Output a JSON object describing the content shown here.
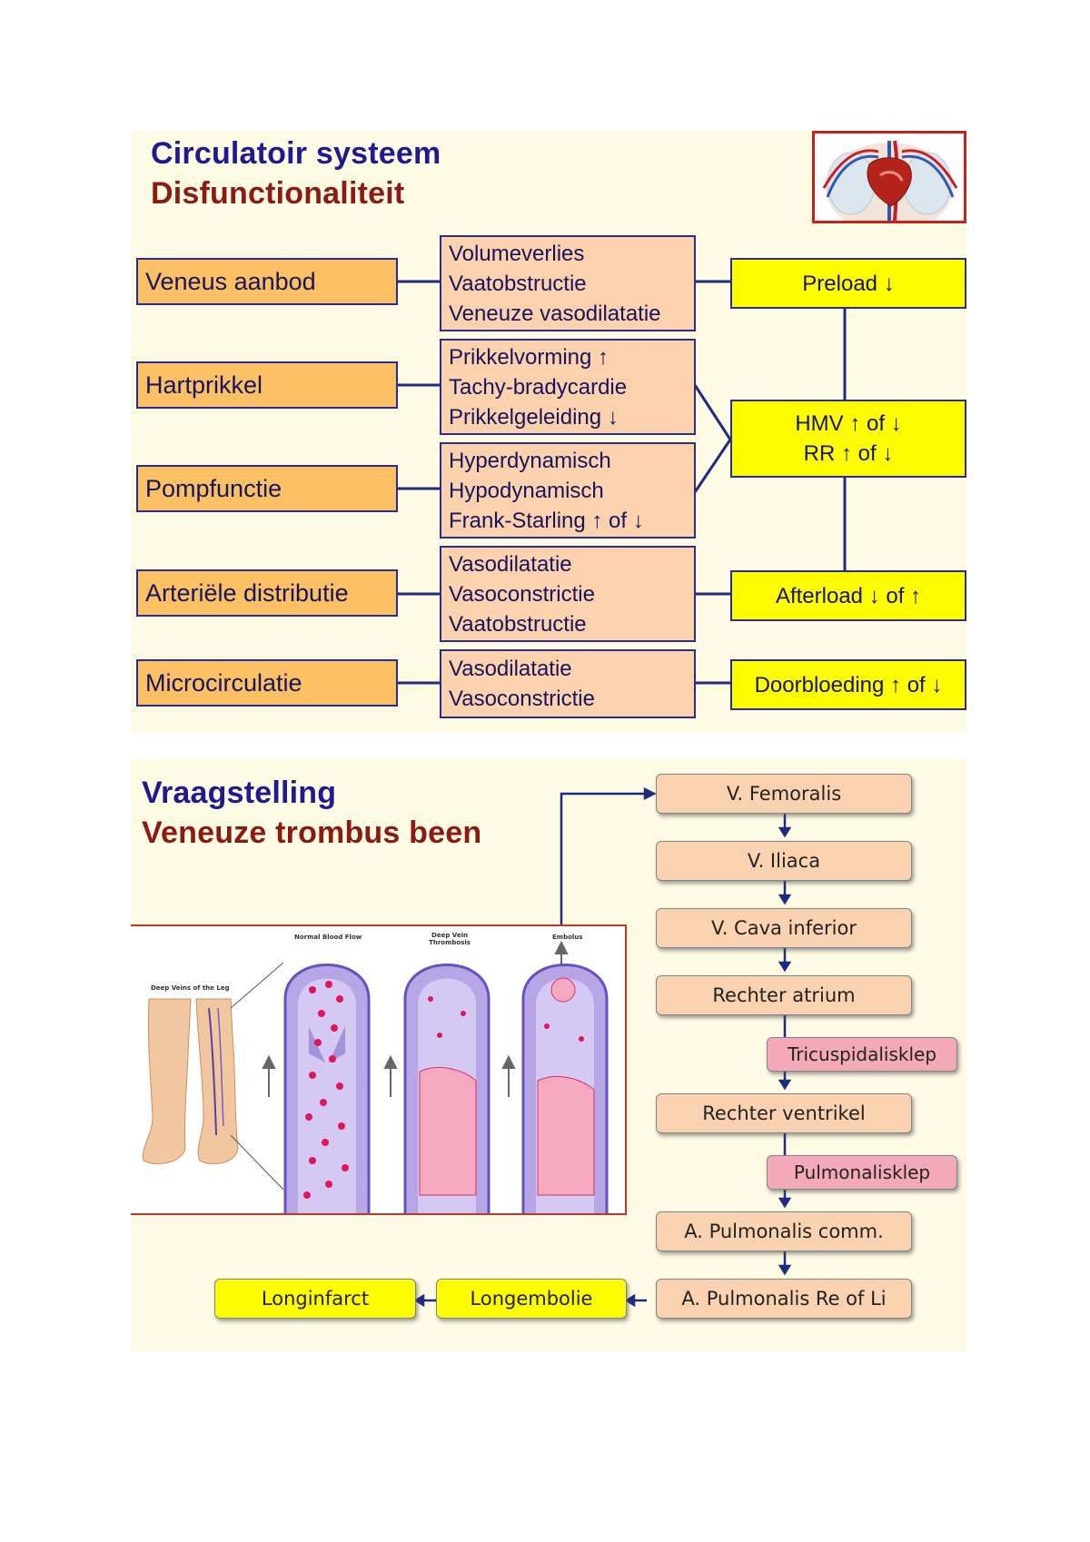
{
  "slide1": {
    "title": "Circulatoir systeem",
    "subtitle": "Disfunctionaliteit",
    "heart_image_icon": "heart-circulation-illustration",
    "rows": [
      {
        "label": "Veneus aanbod",
        "causes": [
          "Volumeverlies",
          "Vaatobstructie",
          "Veneuze vasodilatatie"
        ]
      },
      {
        "label": "Hartprikkel",
        "causes": [
          "Prikkelvorming ↑",
          "Tachy-bradycardie",
          "Prikkelgeleiding ↓"
        ]
      },
      {
        "label": "Pompfunctie",
        "causes": [
          "Hyperdynamisch",
          "Hypodynamisch",
          "Frank-Starling  ↑ of ↓"
        ]
      },
      {
        "label": "Arteriële distributie",
        "causes": [
          "Vasodilatatie",
          "Vasoconstrictie",
          "Vaatobstructie"
        ]
      },
      {
        "label": "Microcirculatie",
        "causes": [
          "Vasodilatatie",
          "Vasoconstrictie"
        ]
      }
    ],
    "effects": {
      "preload": "Preload ↓",
      "hmv": "HMV ↑ of ↓",
      "rr": "RR ↑ of ↓",
      "afterload": "Afterload ↓ of ↑",
      "doorbloeding": "Doorbloeding ↑ of ↓"
    }
  },
  "slide2": {
    "title": "Vraagstelling",
    "subtitle": "Veneuze trombus been",
    "illustration": {
      "leg_label": "Deep Veins of the Leg",
      "panel_labels": [
        "Normal Blood Flow",
        "Deep Vein Thrombosis",
        "Embolus"
      ]
    },
    "flow": [
      "V. Femoralis",
      "V. Iliaca",
      "V. Cava inferior",
      "Rechter atrium",
      "Rechter ventrikel",
      "A. Pulmonalis comm.",
      "A. Pulmonalis Re of Li"
    ],
    "valves": [
      "Tricuspidalisklep",
      "Pulmonalisklep"
    ],
    "outcomes": [
      "Longembolie",
      "Longinfarct"
    ]
  },
  "colors": {
    "title_blue": "#1f1a8f",
    "title_red": "#8b1a12",
    "box_orange": "#fbc064",
    "box_peach": "#fbd2ad",
    "box_yellow": "#fdfc00",
    "valve_pink": "#f4a9b8",
    "connector": "#1f2a80"
  }
}
